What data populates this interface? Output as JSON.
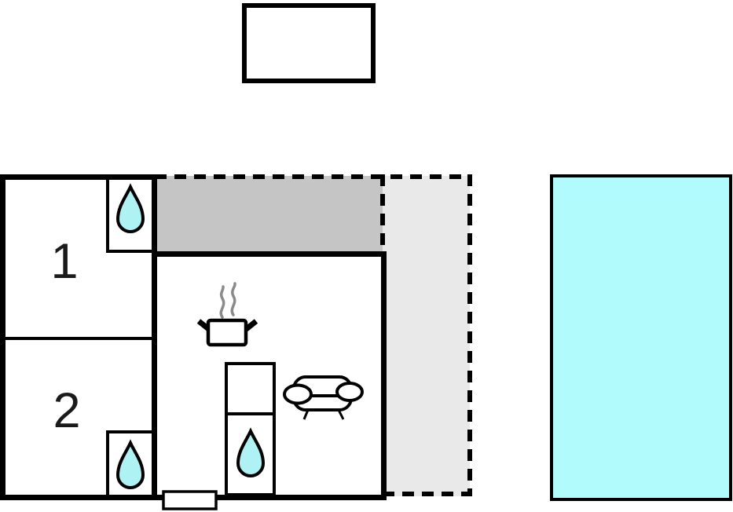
{
  "plan": {
    "type": "floor-plan",
    "rooms": [
      {
        "id": "bedroom-1",
        "label": "1"
      },
      {
        "id": "bedroom-2",
        "label": "2"
      }
    ],
    "areas": [
      "outbuilding",
      "covered-terrace",
      "open-terrace",
      "kitchen-living-area",
      "bathroom-1",
      "bathroom-2",
      "swimming-pool"
    ],
    "icons": {
      "water-drop-icon": "teardrop shape marking a water point",
      "stove-pot-icon": "pot with steam marking the stove",
      "sofa-icon": "sofa outline marking seating",
      "door-icon": "white rectangle across wall marking entrance"
    }
  },
  "colors": {
    "wall": "#000000",
    "fill_white": "#ffffff",
    "terrace_covered": "#c5c5c5",
    "terrace_open": "#e9e9e9",
    "pool_water": "#b2fbfc",
    "water_drop": "#aef2f4",
    "steam": "#8a8a8a"
  }
}
